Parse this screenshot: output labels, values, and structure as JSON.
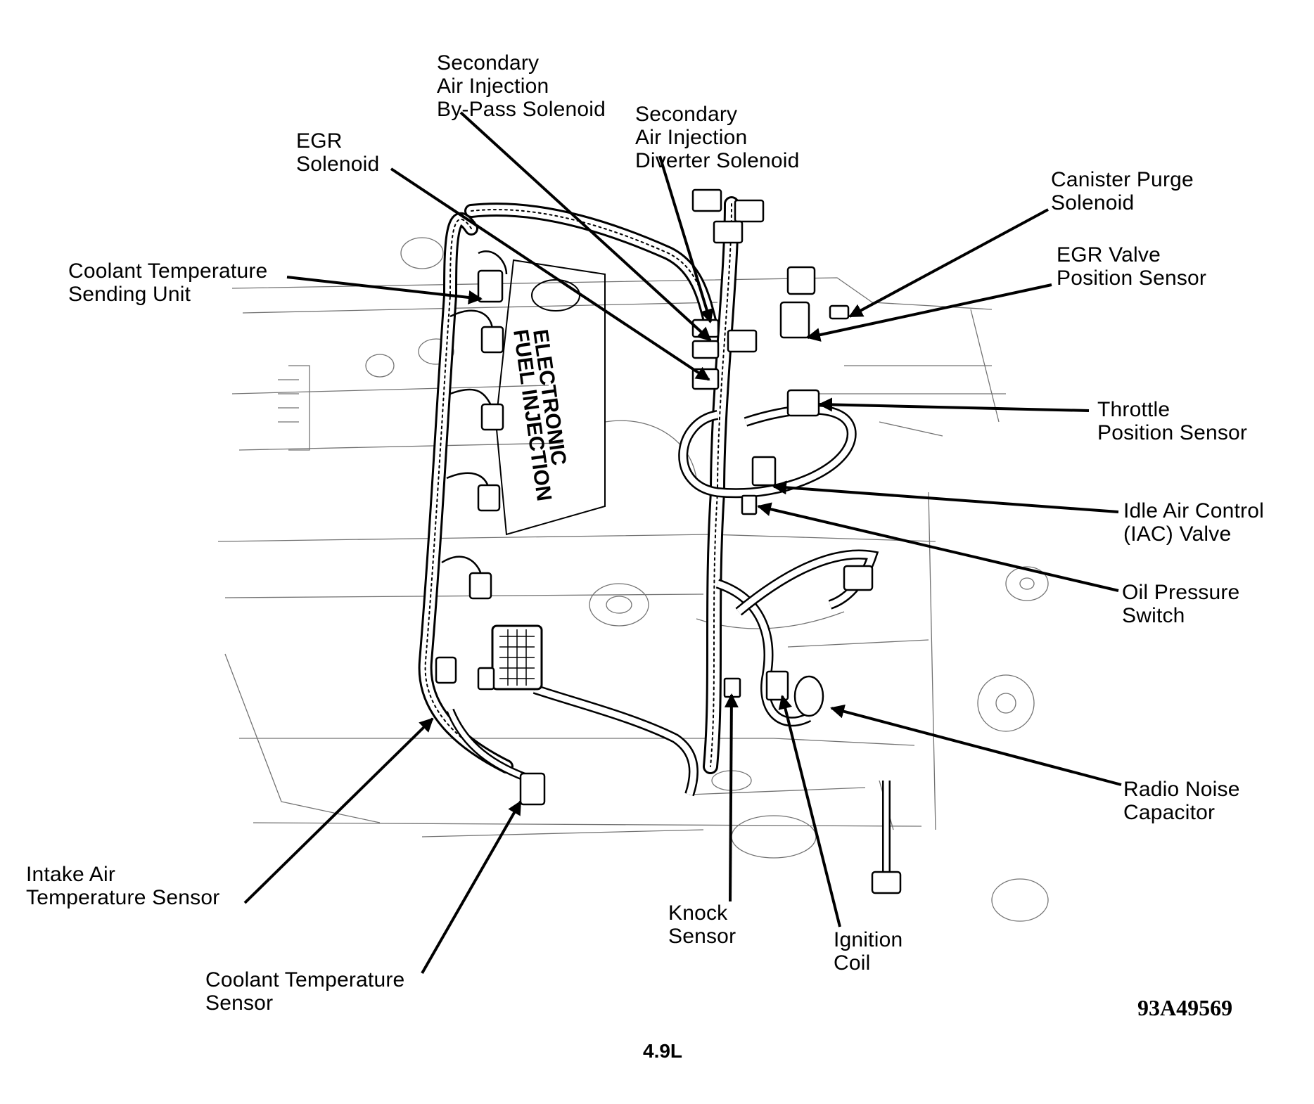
{
  "diagram": {
    "engine": "4.9L",
    "figure_code": "93A49569",
    "manifold_lettering": [
      "ELECTRONIC",
      "FUEL INJECTION"
    ],
    "labels": {
      "secondary_air_bypass": [
        "Secondary",
        "Air Injection",
        "By-Pass Solenoid"
      ],
      "secondary_air_diverter": [
        "Secondary",
        "Air Injection",
        "Diverter Solenoid"
      ],
      "egr_solenoid": [
        "EGR",
        "Solenoid"
      ],
      "canister_purge": [
        "Canister Purge",
        "Solenoid"
      ],
      "egr_valve_position": [
        "EGR Valve",
        "Position Sensor"
      ],
      "coolant_temp_sending": [
        "Coolant Temperature",
        "Sending Unit"
      ],
      "throttle_position": [
        "Throttle",
        "Position Sensor"
      ],
      "idle_air_control": [
        "Idle Air Control",
        "(IAC) Valve"
      ],
      "oil_pressure": [
        "Oil Pressure",
        "Switch"
      ],
      "radio_noise": [
        "Radio Noise",
        "Capacitor"
      ],
      "intake_air_temp": [
        "Intake Air",
        "Temperature Sensor"
      ],
      "coolant_temp_sensor": [
        "Coolant Temperature",
        "Sensor"
      ],
      "knock_sensor": [
        "Knock",
        "Sensor"
      ],
      "ignition_coil": [
        "Ignition",
        "Coil"
      ]
    }
  }
}
